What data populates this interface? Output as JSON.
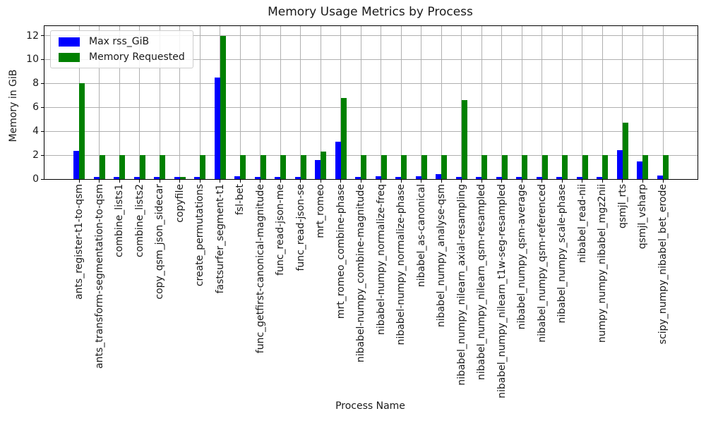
{
  "chart_data": {
    "type": "bar",
    "title": "Memory Usage Metrics by Process",
    "xlabel": "Process Name",
    "ylabel": "Memory in GiB",
    "ylim": [
      0,
      12.8
    ],
    "yticks": [
      0,
      2,
      4,
      6,
      8,
      10,
      12
    ],
    "grid": true,
    "grid_color": "#b0b0b0",
    "legend_position": "upper left",
    "categories": [
      "ants_register-t1-to-qsm",
      "ants_transform-segmentation-to-qsm",
      "combine_lists1",
      "combine_lists2",
      "copy_qsm_json_sidecar",
      "copyfile",
      "create_permutations",
      "fastsurfer_segment-t1",
      "fsl-bet",
      "func_getfirst-canonical-magnitude",
      "func_read-json-me",
      "func_read-json-se",
      "mrt_romeo",
      "mrt_romeo_combine-phase",
      "nibabel-numpy_combine-magnitude",
      "nibabel-numpy_normalize-freq",
      "nibabel-numpy_normalize-phase",
      "nibabel_as-canonical",
      "nibabel_numpy_analyse-qsm",
      "nibabel_numpy_nilearn_axial-resampling",
      "nibabel_numpy_nilearn_qsm-resampled",
      "nibabel_numpy_nilearn_t1w-seg-resampled",
      "nibabel_numpy_qsm-average",
      "nibabel_numpy_qsm-referenced",
      "nibabel_numpy_scale-phase",
      "nibabel_read-nii",
      "numpy_numpy_nibabel_mgz2nii",
      "qsmjl_rts",
      "qsmjl_vsharp",
      "scipy_numpy_nibabel_bet_erode"
    ],
    "series": [
      {
        "name": "Max rss_GiB",
        "color": "#0000ff",
        "values": [
          2.35,
          0.2,
          0.2,
          0.2,
          0.2,
          0.2,
          0.2,
          8.5,
          0.25,
          0.15,
          0.15,
          0.15,
          1.6,
          3.15,
          0.15,
          0.25,
          0.15,
          0.25,
          0.4,
          0.2,
          0.2,
          0.2,
          0.2,
          0.2,
          0.2,
          0.2,
          0.2,
          2.4,
          1.45,
          0.3
        ]
      },
      {
        "name": "Memory Requested",
        "color": "#008000",
        "values": [
          8.0,
          2.0,
          2.0,
          2.0,
          2.0,
          0.15,
          2.0,
          12.0,
          2.0,
          2.0,
          2.0,
          2.0,
          2.3,
          6.8,
          2.0,
          2.0,
          2.0,
          2.0,
          2.0,
          6.6,
          2.0,
          2.0,
          2.0,
          2.0,
          2.0,
          2.0,
          2.0,
          4.7,
          2.0,
          2.0
        ]
      }
    ]
  }
}
